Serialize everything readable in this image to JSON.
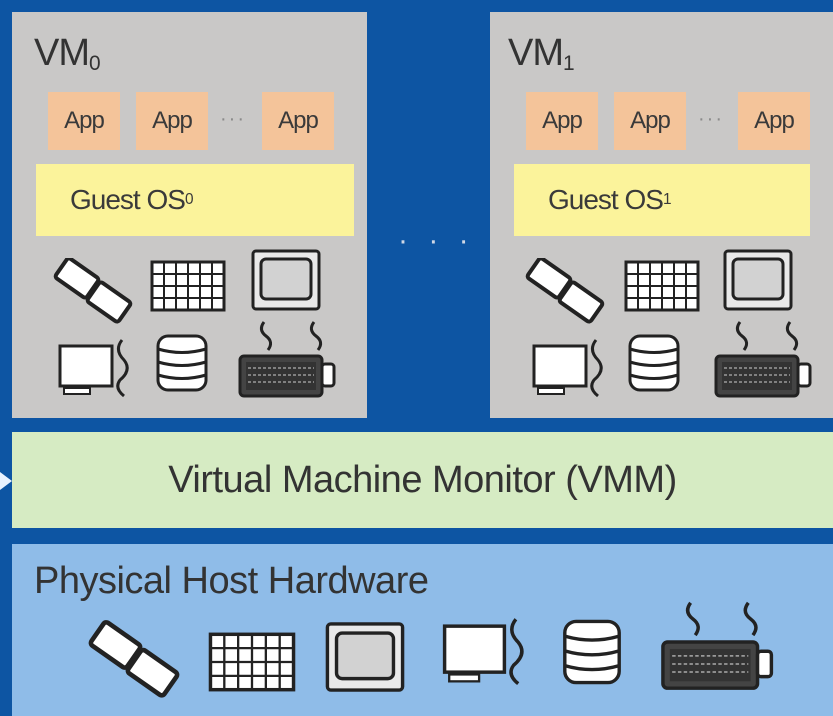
{
  "vm0": {
    "title": "VM",
    "title_sub": "0",
    "apps": [
      "App",
      "App",
      "App"
    ],
    "app_dots": "···",
    "os": "Guest OS",
    "os_sub": "0"
  },
  "vm1": {
    "title": "VM",
    "title_sub": "1",
    "apps": [
      "App",
      "App",
      "App"
    ],
    "app_dots": "···",
    "os": "Guest OS",
    "os_sub": "1"
  },
  "ellipsis": "· · ·",
  "vmm": {
    "label": "Virtual Machine Monitor (VMM)"
  },
  "host": {
    "title": "Physical Host Hardware"
  },
  "hardware_icons": [
    "cpu-chips-icon",
    "memory-grid-icon",
    "monitor-icon",
    "network-card-icon",
    "disk-stack-icon",
    "keyboard-icon"
  ],
  "colors": {
    "background": "#0d55a3",
    "vm_box": "#c9c8c7",
    "app": "#f4c49a",
    "guest_os": "#fbf39b",
    "vmm": "#d6ebc3",
    "host": "#8fbce8"
  }
}
